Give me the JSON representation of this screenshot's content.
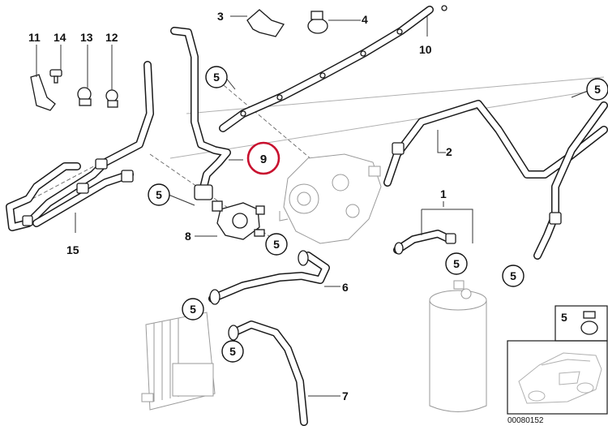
{
  "diagram": {
    "part_labels": {
      "p1": "1",
      "p2": "2",
      "p3": "3",
      "p4": "4",
      "p6": "6",
      "p7": "7",
      "p8": "8",
      "p10": "10",
      "p11": "11",
      "p12": "12",
      "p13": "13",
      "p14": "14",
      "p15": "15"
    },
    "callouts": {
      "c5": "5",
      "c9": "9"
    },
    "legend_label": "5",
    "document_number": "00080152",
    "highlight_color": "#c8102e"
  }
}
